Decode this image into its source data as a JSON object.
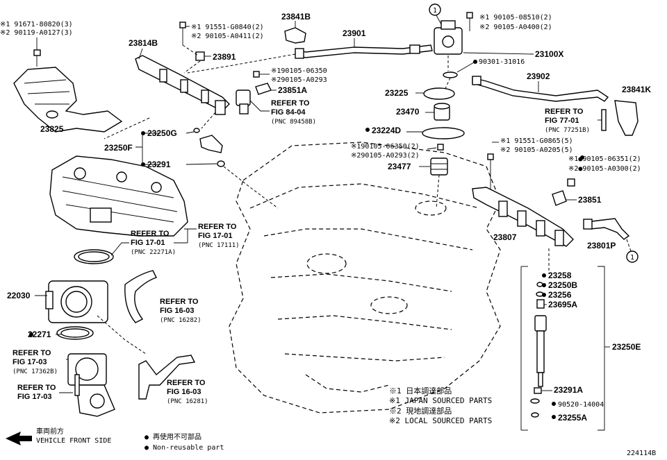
{
  "parts": {
    "p23841B": "23841B",
    "p23901": "23901",
    "p23100X": "23100X",
    "p23814B": "23814B",
    "p23891": "23891",
    "p23851A": "23851A",
    "p23902": "23902",
    "p23841K": "23841K",
    "p23225": "23225",
    "p23470": "23470",
    "p23224D": "23224D",
    "p23477": "23477",
    "p23825": "23825",
    "p23250F": "23250F",
    "p23250G": "23250G",
    "p23291": "23291",
    "p23851": "23851",
    "p23807": "23807",
    "p23801P": "23801P",
    "p23258": "23258",
    "p23250B": "23250B",
    "p23256": "23256",
    "p23695A": "23695A",
    "p23250E": "23250E",
    "p23291A": "23291A",
    "p90520": "90520-14004",
    "p23255A": "23255A",
    "p22030": "22030",
    "p22271": "22271",
    "p90301": "90301-31016"
  },
  "bolts": {
    "b1a": "※1 91671-80820(3)",
    "b1b": "※2 90119-A0127(3)",
    "b2a": "※1 91551-G0840(2)",
    "b2b": "※2 90105-A0411(2)",
    "b3a": "※1 90105-08510(2)",
    "b3b": "※2 90105-A0400(2)",
    "b4a": "※190105-06350",
    "b4b": "※290105-A0293",
    "b5a": "※190105-06350(2)",
    "b5b": "※290105-A0293(2)",
    "b6a": "※1 91551-G0865(5)",
    "b6b": "※2 90105-A0205(5)",
    "b7a": "※1●90105-06351(2)",
    "b7b": "※2●90105-A0300(2)"
  },
  "refs": {
    "r1a": "REFER TO",
    "r1b": "FIG 84-04",
    "r1c": "(PNC 89458B)",
    "r2a": "REFER TO",
    "r2b": "FIG 77-01",
    "r2c": "(PNC 77251B)",
    "r3a": "REFER TO",
    "r3b": "FIG 17-01",
    "r3c": "(PNC 17111)",
    "r4a": "REFER TO",
    "r4b": "FIG 17-01",
    "r4c": "(PNC 22271A)",
    "r5a": "REFER TO",
    "r5b": "FIG 16-03",
    "r5c": "(PNC 16282)",
    "r6a": "REFER TO",
    "r6b": "FIG 17-03",
    "r6c": "(PNC 17362B)",
    "r7a": "REFER TO",
    "r7b": "FIG 17-03",
    "r8a": "REFER TO",
    "r8b": "FIG 16-03",
    "r8c": "(PNC 16281)"
  },
  "legend": {
    "l1": "※1 日本調達部品",
    "l2": "※1 JAPAN SOURCED PARTS",
    "l3": "※2 現地調達部品",
    "l4": "※2 LOCAL SOURCED PARTS",
    "front_jp": "車両前方",
    "front_en": "VEHICLE FRONT SIDE",
    "nr_jp": "● 再使用不可部品",
    "nr_en": "● Non-reusable part"
  },
  "callout": "1",
  "figure_id": "224114B"
}
